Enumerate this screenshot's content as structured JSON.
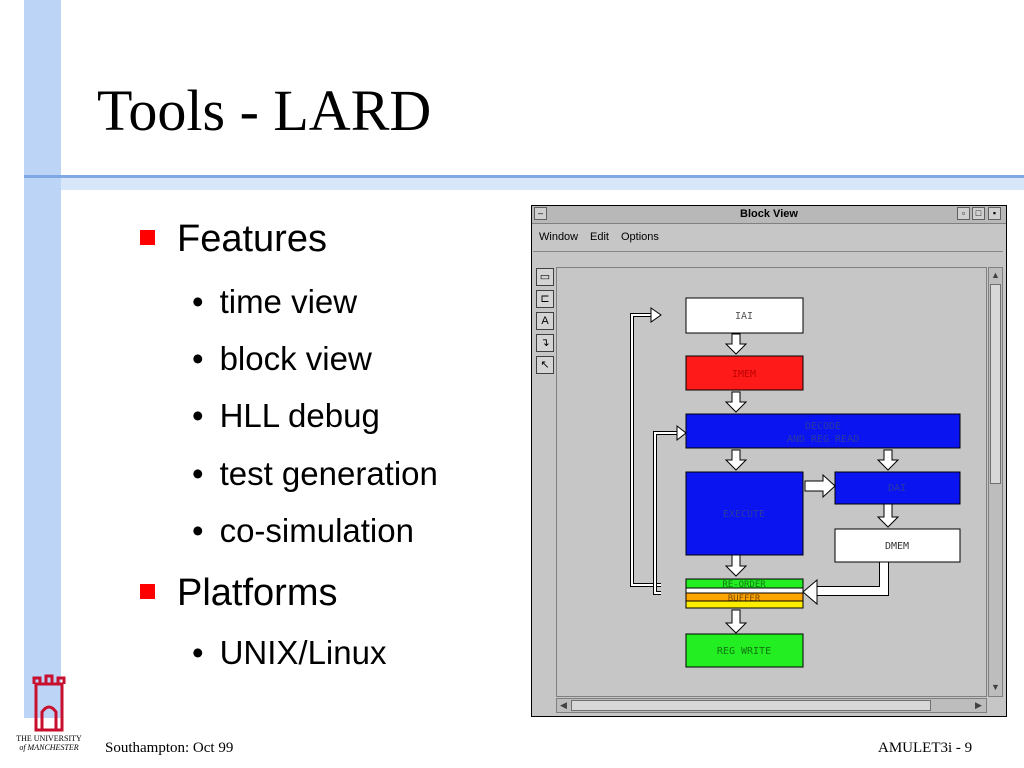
{
  "slide": {
    "title": "Tools - LARD",
    "sections": [
      {
        "label": "Features",
        "items": [
          "time view",
          "block view",
          "HLL debug",
          "test generation",
          "co-simulation"
        ]
      },
      {
        "label": "Platforms",
        "items": [
          "UNIX/Linux"
        ]
      }
    ],
    "bullet_char": "•"
  },
  "footer": {
    "left": "Southampton: Oct 99",
    "right": "AMULET3i  - 9",
    "logo_line1": "THE UNIVERSITY",
    "logo_line2": "of MANCHESTER"
  },
  "window": {
    "title": "Block View",
    "menu": [
      "Window",
      "Edit",
      "Options"
    ],
    "tools": [
      "rect-tool-icon",
      "connect-tool-icon",
      "text-tool-icon",
      "route-tool-icon",
      "pointer-tool-icon"
    ],
    "tool_glyphs": [
      "▭",
      "⊏",
      "A",
      "↴",
      "↖"
    ],
    "blocks": {
      "iai": "IAI",
      "imem": "IMEM",
      "decode1": "DECODE",
      "decode2": "AND REG READ",
      "execute": "EXECUTE",
      "dai": "DAI",
      "dmem": "DMEM",
      "reorder": "RE-ORDER",
      "buffer": "BUFFER",
      "regwrite": "REG WRITE"
    },
    "colors": {
      "white_block": "#ffffff",
      "imem": "#ff1a1a",
      "blue": "#0a14f0",
      "green": "#22ee22",
      "orange": "#ffa500",
      "yellow": "#ffee00"
    }
  }
}
